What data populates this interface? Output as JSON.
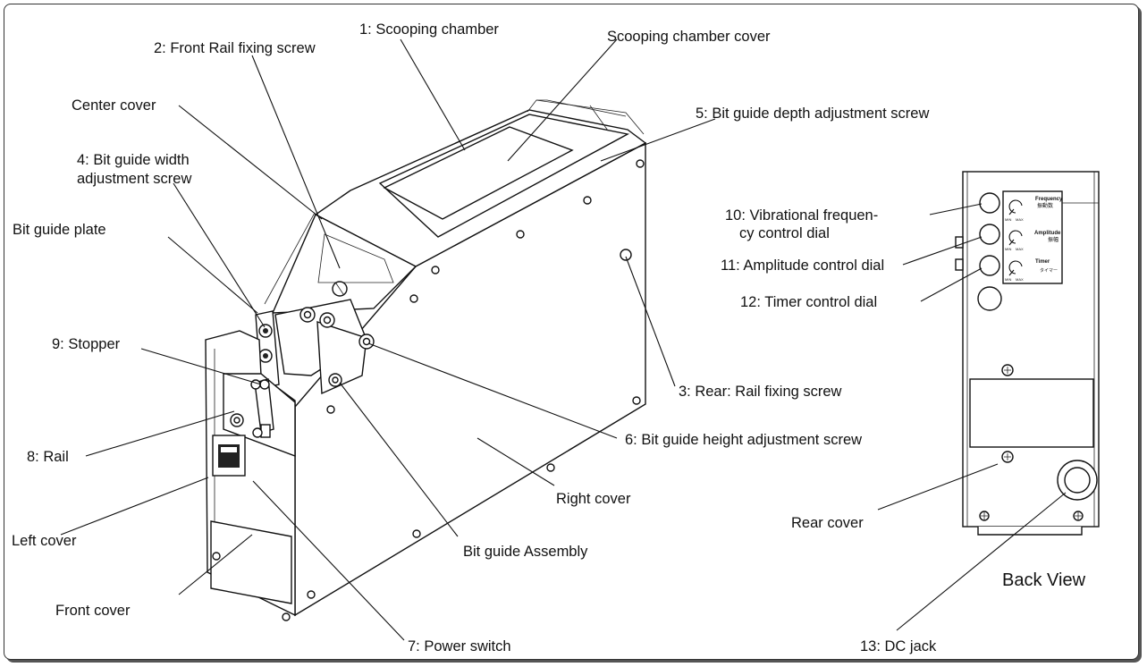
{
  "labels": {
    "scooping_chamber": "1: Scooping chamber",
    "scooping_chamber_cover": "Scooping chamber cover",
    "front_rail_fixing_screw": "2: Front Rail fixing screw",
    "center_cover": "Center cover",
    "bit_guide_depth_screw": "5: Bit guide depth adjustment screw",
    "bit_guide_width_screw_l1": "4: Bit guide width",
    "bit_guide_width_screw_l2": "adjustment screw",
    "bit_guide_plate": "Bit guide plate",
    "stopper": "9: Stopper",
    "rear_rail_fixing_screw": "3: Rear: Rail fixing screw",
    "rail": "8: Rail",
    "bit_guide_height_screw": "6: Bit guide height adjustment screw",
    "right_cover": "Right cover",
    "left_cover": "Left cover",
    "bit_guide_assembly": "Bit guide Assembly",
    "front_cover": "Front cover",
    "power_switch": "7: Power switch",
    "freq_dial_l1": "10: Vibrational frequen-",
    "freq_dial_l2": "cy control dial",
    "amplitude_dial": "11: Amplitude control dial",
    "timer_dial": "12: Timer control dial",
    "rear_cover": "Rear cover",
    "back_view": "Back View",
    "dc_jack": "13: DC jack"
  },
  "panel_text": {
    "frequency": "Frequency",
    "frequency_jp": "振動数",
    "amplitude": "Amplitude",
    "amplitude_jp": "振幅",
    "timer": "Timer",
    "timer_sub": "タイマー",
    "min": "MIN",
    "max": "MAX"
  }
}
